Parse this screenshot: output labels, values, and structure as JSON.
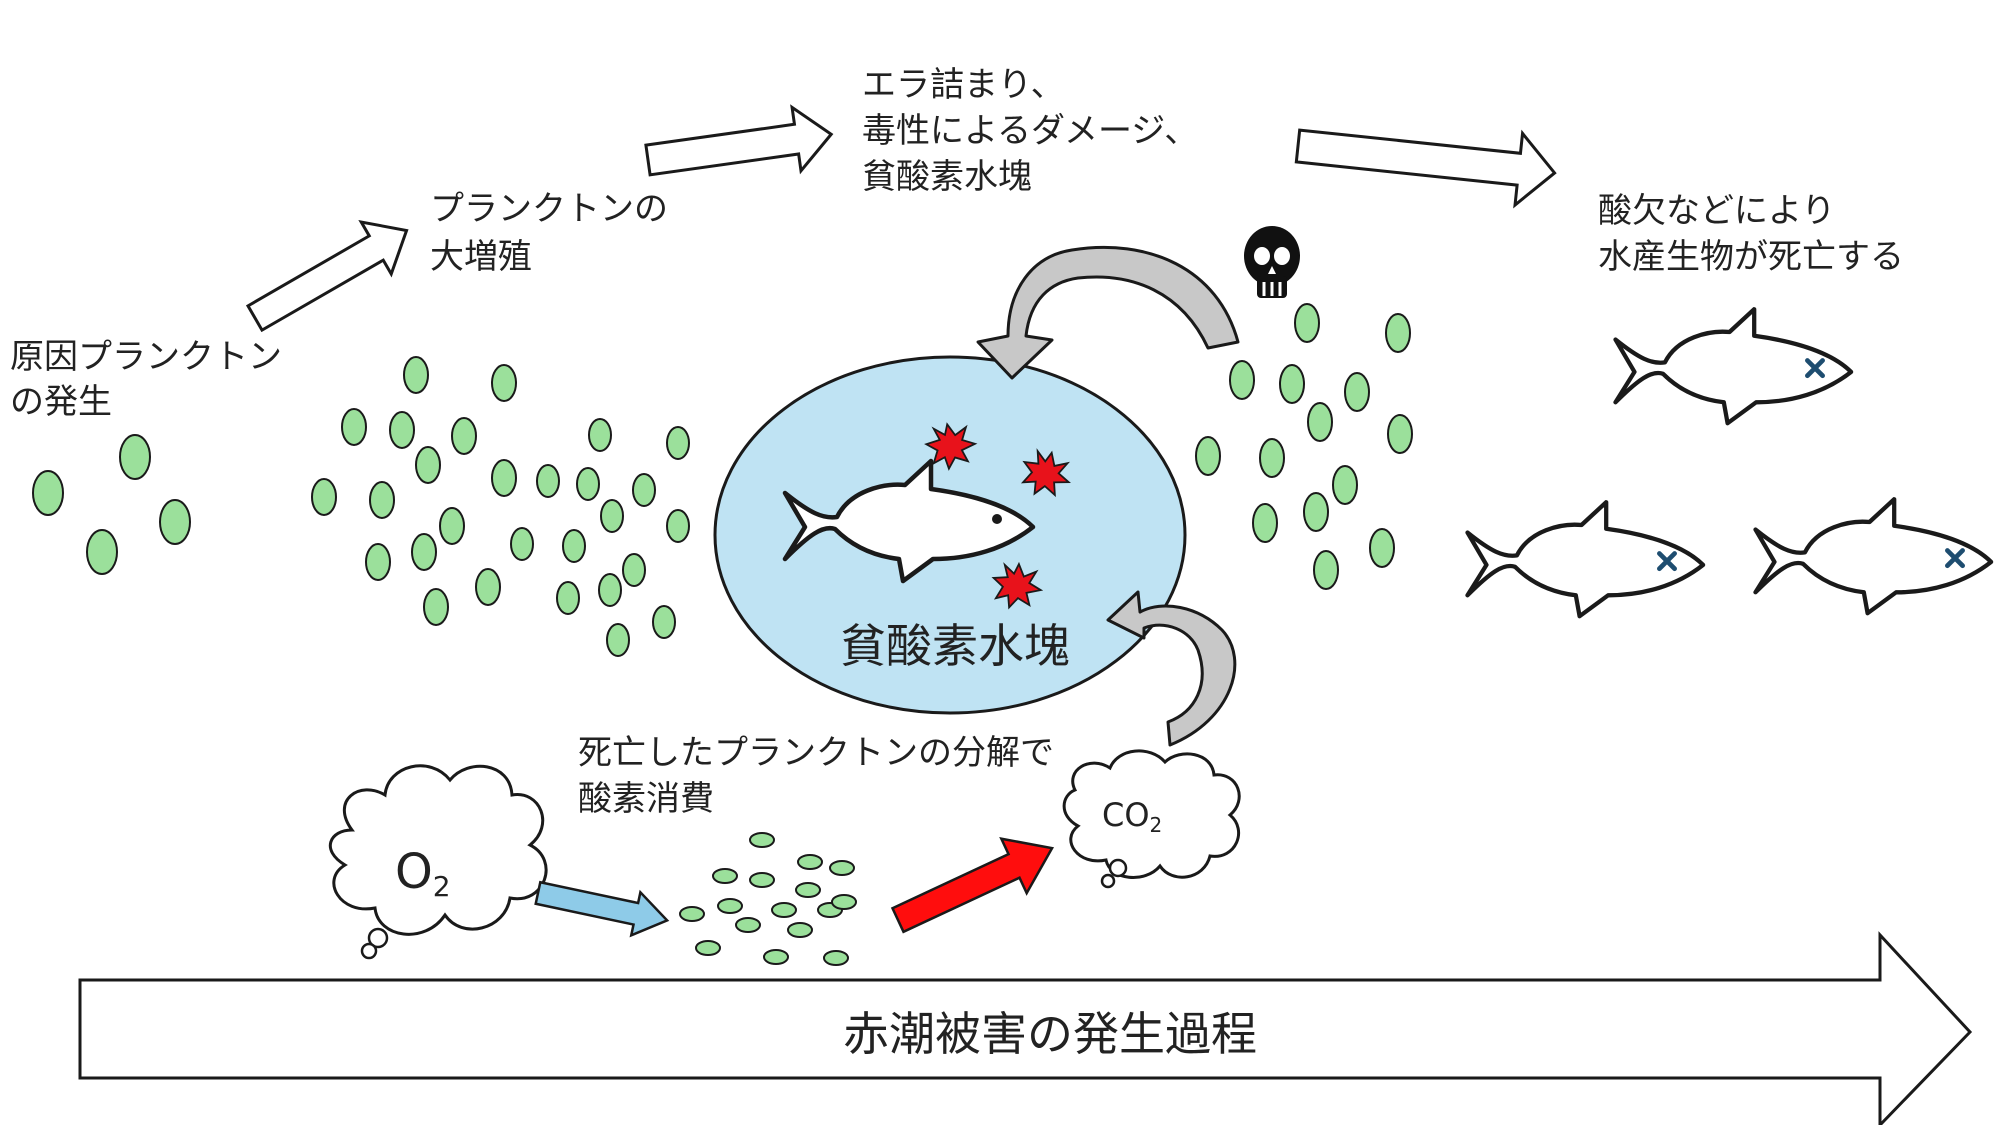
{
  "labels": {
    "origin_line1": "原因プランクトン",
    "origin_line2": "の発生",
    "bloom_line1": "プランクトンの",
    "bloom_line2": "大増殖",
    "damage_line1": "エラ詰まり、",
    "damage_line2": "毒性によるダメージ、",
    "damage_line3": "貧酸素水塊",
    "death_line1": "酸欠などにより",
    "death_line2": "水産生物が死亡する",
    "hypoxic_zone": "貧酸素水塊",
    "decomp_line1": "死亡したプランクトンの分解で",
    "decomp_line2": "酸素消費",
    "o2": "O",
    "o2_sub": "2",
    "co2": "CO",
    "co2_sub": "2",
    "process": "赤潮被害の発生過程"
  },
  "icons": {
    "skull": "skull-icon",
    "fish": "fish-icon",
    "damage": "damage-burst-icon",
    "cross": "cross-mark-icon"
  },
  "colors": {
    "plankton": "#9be09b",
    "hypoxic_water": "#bfe3f3",
    "damage_burst": "#e8121b",
    "consumption_arrow": "#8ecbe8",
    "emission_arrow": "#ff0d0d",
    "cross_mark": "#1e4d70",
    "outline": "#1a1a1a"
  }
}
